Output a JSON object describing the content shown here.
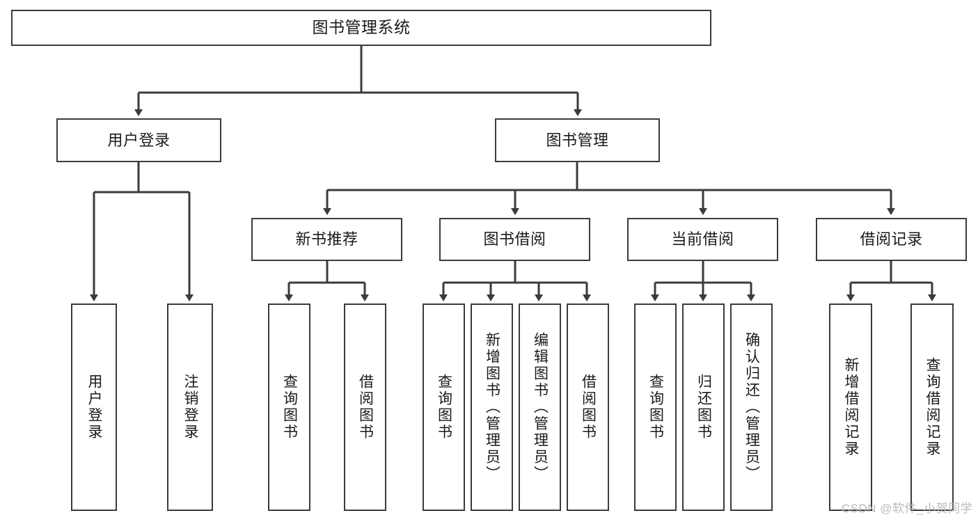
{
  "diagram": {
    "type": "tree",
    "title": "图书管理系统",
    "watermark": "CSDN @软件_小贺同学",
    "colors": {
      "box_border": "#3b3b3b",
      "box_fill": "#ffffff",
      "connector": "#3b3b3b",
      "text": "#1a1a1a",
      "watermark": "#b9b9b9"
    },
    "nodes": {
      "root": {
        "label": "图书管理系统"
      },
      "level2": [
        {
          "id": "user-login",
          "label": "用户登录"
        },
        {
          "id": "book-management",
          "label": "图书管理"
        }
      ],
      "level3": [
        {
          "id": "new-book-recommend",
          "label": "新书推荐"
        },
        {
          "id": "book-borrow",
          "label": "图书借阅"
        },
        {
          "id": "current-borrow",
          "label": "当前借阅"
        },
        {
          "id": "borrow-record",
          "label": "借阅记录"
        }
      ],
      "leaves": {
        "user-login": [
          {
            "id": "leaf-user-login",
            "label": "用户登录"
          },
          {
            "id": "leaf-logout",
            "label": "注销登录"
          }
        ],
        "new-book-recommend": [
          {
            "id": "leaf-query-book-1",
            "label": "查询图书"
          },
          {
            "id": "leaf-borrow-book-1",
            "label": "借阅图书"
          }
        ],
        "book-borrow": [
          {
            "id": "leaf-query-book-2",
            "label": "查询图书"
          },
          {
            "id": "leaf-add-book",
            "label": "新增图书（管理员）"
          },
          {
            "id": "leaf-edit-book",
            "label": "编辑图书（管理员）"
          },
          {
            "id": "leaf-borrow-book-2",
            "label": "借阅图书"
          }
        ],
        "current-borrow": [
          {
            "id": "leaf-query-book-3",
            "label": "查询图书"
          },
          {
            "id": "leaf-return-book",
            "label": "归还图书"
          },
          {
            "id": "leaf-confirm-return",
            "label": "确认归还（管理员）"
          }
        ],
        "borrow-record": [
          {
            "id": "leaf-add-record",
            "label": "新增借阅记录"
          },
          {
            "id": "leaf-query-record",
            "label": "查询借阅记录"
          }
        ]
      }
    }
  }
}
